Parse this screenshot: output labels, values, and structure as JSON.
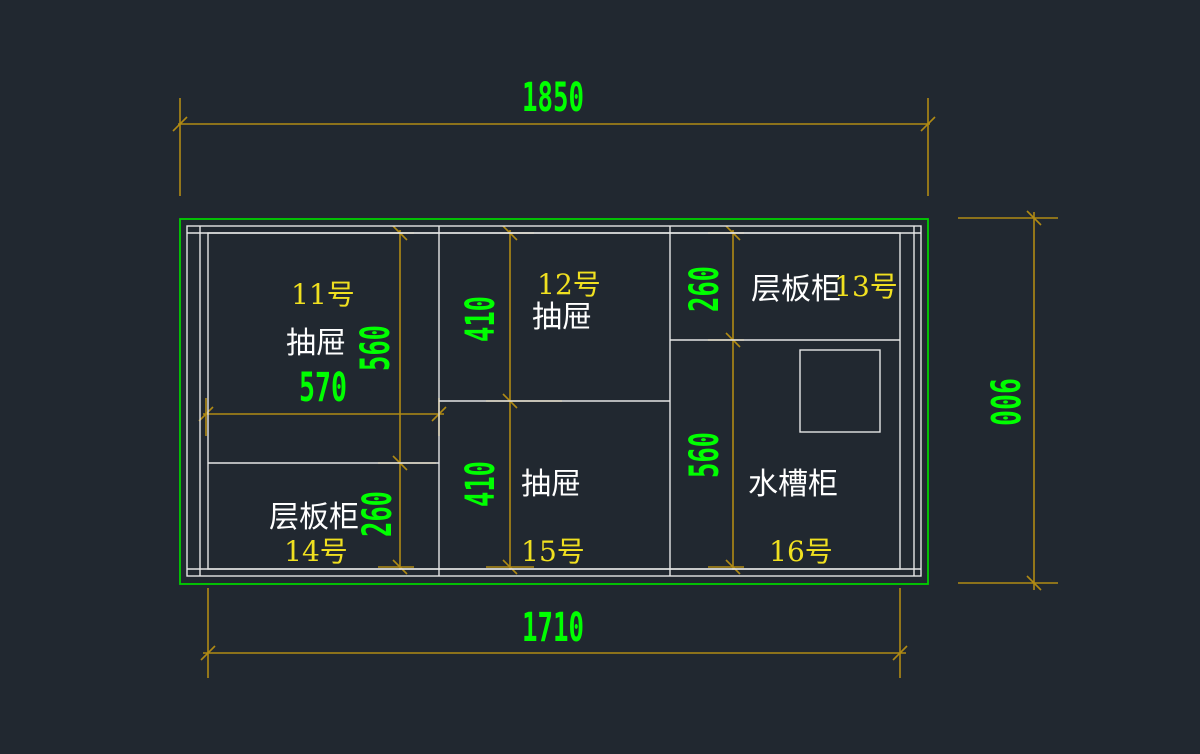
{
  "colors": {
    "background": "#212830",
    "cabinet_lines": "#e6e6e6",
    "outline": "#00d000",
    "dimension_lines": "#b08a14",
    "dimension_text": "#00ff00",
    "cabinet_number": "#f0e020",
    "cabinet_type": "#ffffff"
  },
  "dimensions": {
    "top_overall": "1850",
    "bottom_overall": "1710",
    "right_depth": "900",
    "cab11_height": "560",
    "cab11_width": "570",
    "cab14_height": "260",
    "cab12_height": "410",
    "cab15_height": "410",
    "cab13_height": "260",
    "cab16_height": "560"
  },
  "cabinets": {
    "c11": {
      "number": "11号",
      "type": "抽屉"
    },
    "c12": {
      "number": "12号",
      "type": "抽屉"
    },
    "c13": {
      "number": "13号",
      "type": "层板柜"
    },
    "c14": {
      "number": "14号",
      "type": "层板柜"
    },
    "c15": {
      "number": "15号",
      "type": "抽屉"
    },
    "c16": {
      "number": "16号",
      "type": "水槽柜"
    }
  }
}
